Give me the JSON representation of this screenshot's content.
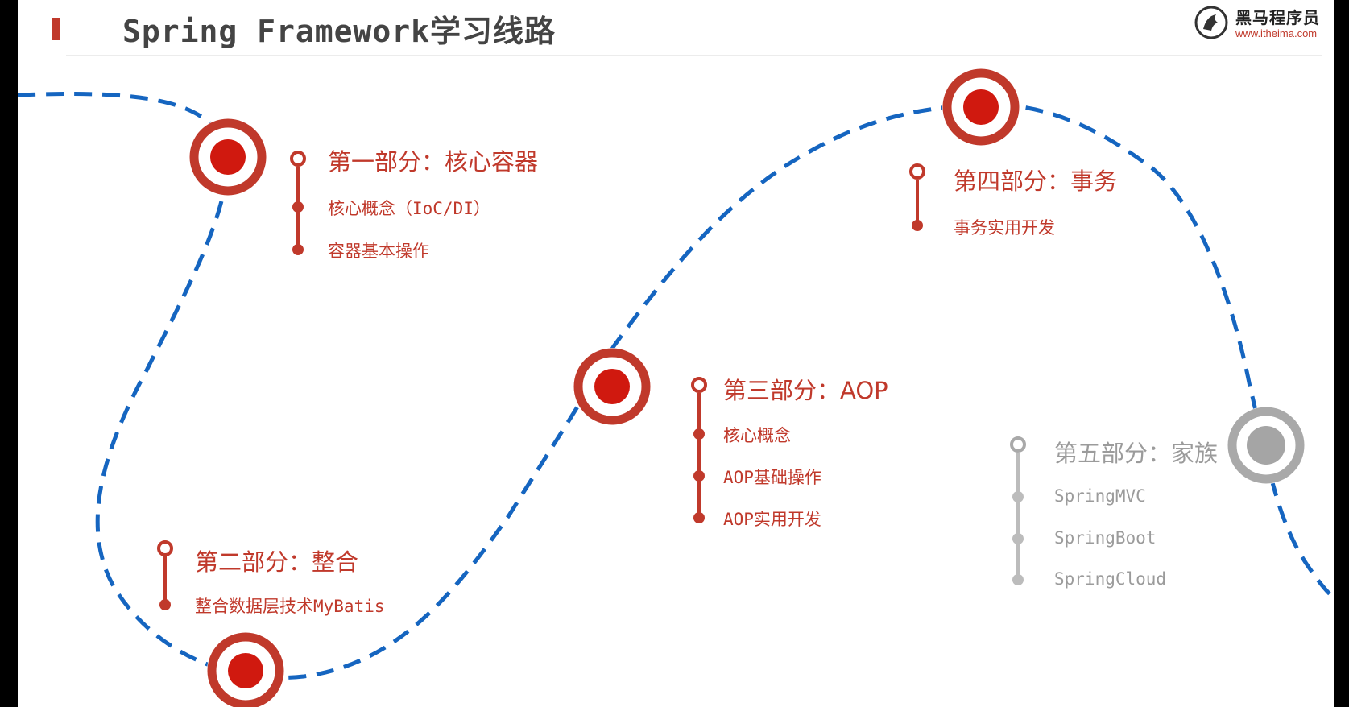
{
  "header": {
    "title": "Spring Framework学习线路",
    "logo_name": "黑马程序员",
    "logo_url": "www.itheima.com"
  },
  "colors": {
    "accent": "#c0392b",
    "path": "#1565c0",
    "inactive": "#a9a9a9"
  },
  "sections": [
    {
      "title": "第一部分：核心容器",
      "items": [
        "核心概念（IoC/DI）",
        "容器基本操作"
      ],
      "state": "active"
    },
    {
      "title": "第二部分：整合",
      "items": [
        "整合数据层技术MyBatis"
      ],
      "state": "active"
    },
    {
      "title": "第三部分：AOP",
      "items": [
        "核心概念",
        "AOP基础操作",
        "AOP实用开发"
      ],
      "state": "active"
    },
    {
      "title": "第四部分：事务",
      "items": [
        "事务实用开发"
      ],
      "state": "active"
    },
    {
      "title": "第五部分：家族",
      "items": [
        "SpringMVC",
        "SpringBoot",
        "SpringCloud"
      ],
      "state": "inactive"
    }
  ]
}
